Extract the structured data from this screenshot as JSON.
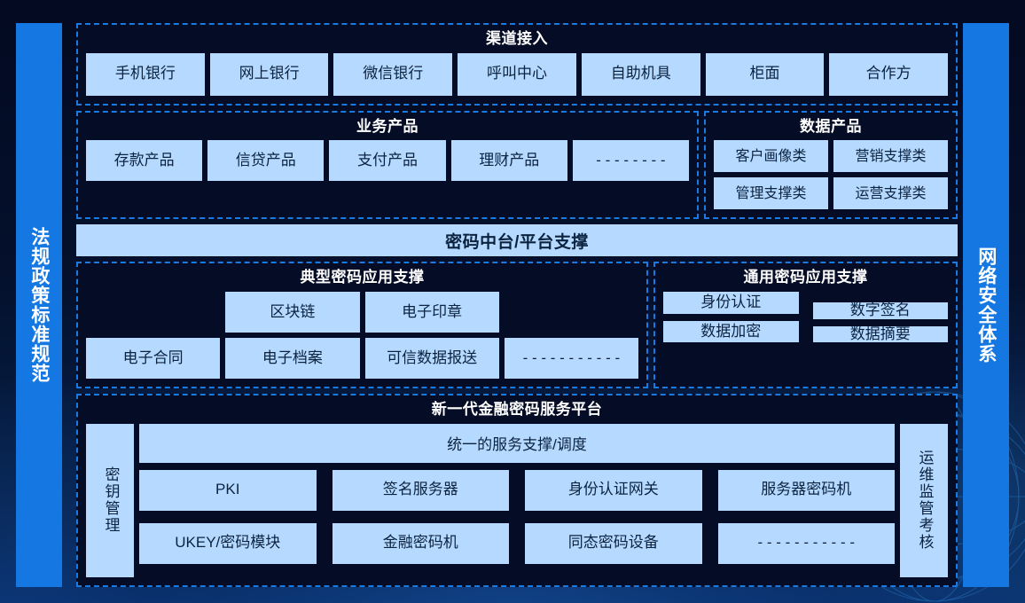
{
  "colors": {
    "background_dark": "#030a21",
    "background_glow": "#07306a",
    "accent_bar": "#1578e2",
    "box_fill": "#b6daff",
    "box_text": "#0c2340",
    "dashed_border": "#1a7ae0",
    "title_text": "#ffffff"
  },
  "side_bars": {
    "left": {
      "label": "法规政策标准规范"
    },
    "right": {
      "label": "网络安全体系"
    }
  },
  "channel": {
    "title": "渠道接入",
    "items": [
      "手机银行",
      "网上银行",
      "微信银行",
      "呼叫中心",
      "自助机具",
      "柜面",
      "合作方"
    ]
  },
  "business_products": {
    "title": "业务产品",
    "items": [
      "存款产品",
      "信贷产品",
      "支付产品",
      "理财产品",
      "- - - - - - - -"
    ]
  },
  "data_products": {
    "title": "数据产品",
    "rows": [
      [
        "客户画像类",
        "营销支撑类"
      ],
      [
        "管理支撑类",
        "运营支撑类"
      ]
    ]
  },
  "mid_platform": {
    "label": "密码中台/平台支撑"
  },
  "typical_crypto": {
    "title": "典型密码应用支撑",
    "row1": [
      "",
      "区块链",
      "电子印章",
      ""
    ],
    "row2": [
      "电子合同",
      "电子档案",
      "可信数据报送",
      "- - - - - - - - - - -"
    ]
  },
  "general_crypto": {
    "title": "通用密码应用支撑",
    "left_column": [
      "身份认证",
      "数据加密"
    ],
    "right_column": [
      "数字签名",
      "数据摘要"
    ]
  },
  "service_platform": {
    "title": "新一代金融密码服务平台",
    "left_pillar": "密钥管理",
    "right_pillar": "运维监管考核",
    "unified_bar": "统一的服务支撑/调度",
    "row1": [
      "PKI",
      "签名服务器",
      "身份认证网关",
      "服务器密码机"
    ],
    "row2": [
      "UKEY/密码模块",
      "金融密码机",
      "同态密码设备",
      "- - - - - - - - - - -"
    ]
  }
}
